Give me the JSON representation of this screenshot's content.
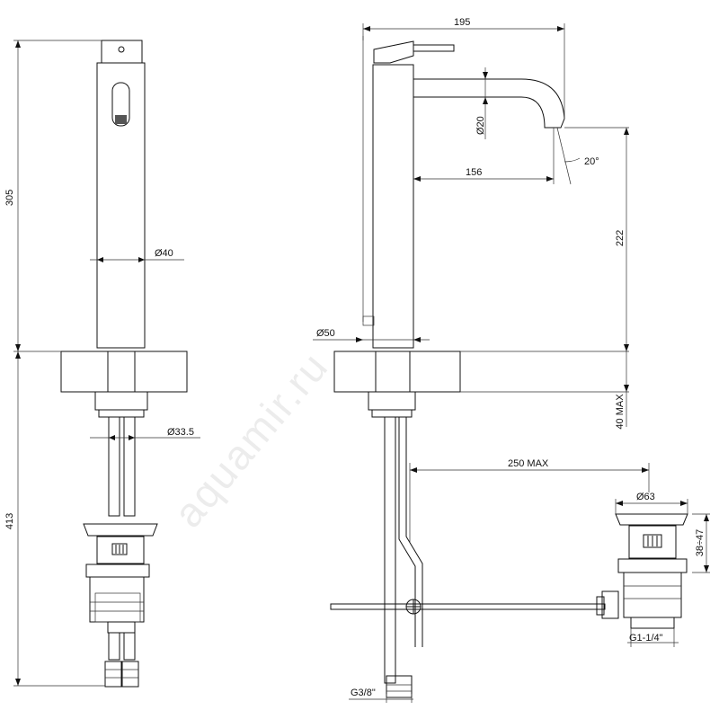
{
  "watermark": "aquamir.ru",
  "front_view": {
    "height_label": "305",
    "lower_height_label": "413",
    "body_diameter_label": "Ø40",
    "shank_diameter_label": "Ø33.5"
  },
  "side_view": {
    "width_label": "195",
    "spout_diameter_label": "Ø20",
    "spout_reach_label": "156",
    "spout_angle_label": "20°",
    "spout_height_label": "222",
    "base_diameter_label": "Ø50",
    "deck_thickness_label": "40 MAX",
    "waste_reach_label": "250 MAX",
    "waste_cap_diameter_label": "Ø63",
    "waste_height_label": "38÷47",
    "waste_thread_label": "G1-1/4\"",
    "connector_thread_label": "G3/8\""
  },
  "colors": {
    "line": "#111111",
    "knurl": "#2a2a2a",
    "hatch": "#444444",
    "background": "#ffffff"
  }
}
